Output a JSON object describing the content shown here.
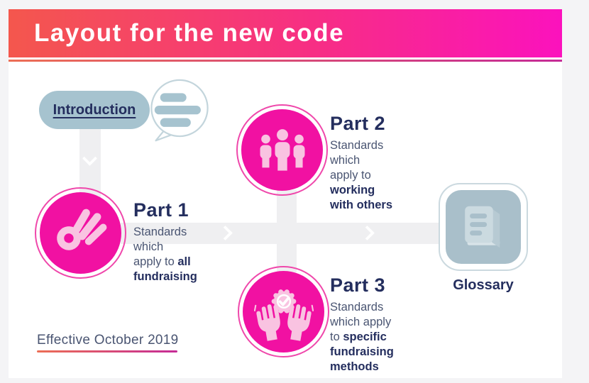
{
  "theme": {
    "page_bg": "#f4f4f6",
    "card_bg": "#ffffff",
    "grad_a": "#f4574d",
    "grad_b": "#f72e84",
    "grad_c": "#fb12bd",
    "line_a": "#ec6e55",
    "line_b": "#c52b96",
    "navy": "#242e5e",
    "text_muted": "#4a5572",
    "band": "#efeff1",
    "accent": "#f111a2",
    "ring": "#ef48ab",
    "icon_pink": "#f9c3e1",
    "slate": "#a6c3cf",
    "slate2": "#a9bfca",
    "slate_border": "#cbd9df",
    "bubble_border": "#c3d5dc",
    "book_light": "#cbdae0",
    "book_mid": "#b7cad3",
    "book_page": "#d8e3e8"
  },
  "header": {
    "title": "Layout for the new code"
  },
  "intro": {
    "label": "Introduction",
    "icon": "speech-bubble-icon"
  },
  "parts": [
    {
      "title": "Part 1",
      "desc_normal": "Standards\nwhich\napply to ",
      "desc_bold": "all\nfundraising",
      "icon": "ok-hand-icon"
    },
    {
      "title": "Part 2",
      "desc_normal": "Standards\nwhich\napply to\n",
      "desc_bold": "working\nwith others",
      "icon": "people-icon"
    },
    {
      "title": "Part 3",
      "desc_normal": "Standards\nwhich apply\nto ",
      "desc_bold": "specific\nfundraising\nmethods",
      "icon": "hands-badge-icon"
    }
  ],
  "glossary": {
    "label": "Glossary",
    "icon": "book-icon"
  },
  "footer": {
    "note": "Effective October 2019"
  }
}
